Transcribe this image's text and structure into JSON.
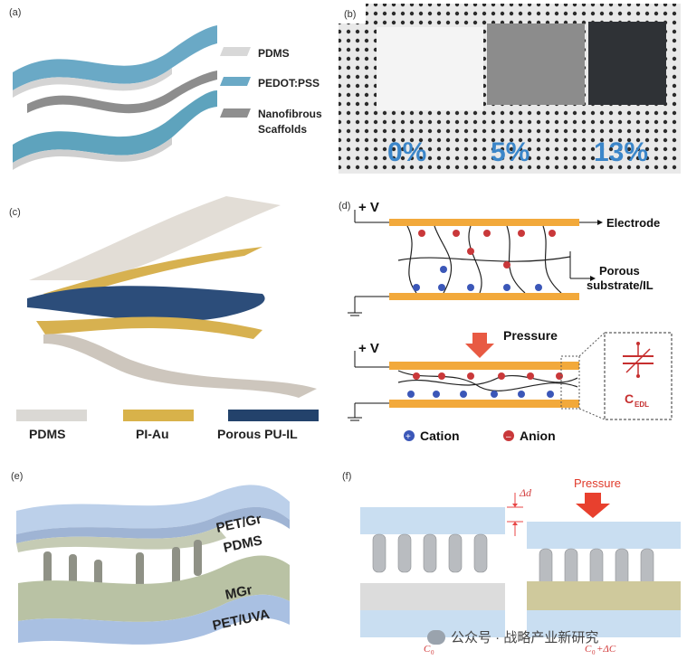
{
  "panels": {
    "a": {
      "label": "(a)",
      "legend": [
        "PDMS",
        "PEDOT:PSS",
        "Nanofibrous",
        "Scaffolds"
      ]
    },
    "b": {
      "label": "(b)",
      "percents": [
        "0%",
        "5%",
        "13%"
      ]
    },
    "c": {
      "label": "(c)",
      "legend": [
        "PDMS",
        "PI-Au",
        "Porous PU-IL"
      ]
    },
    "d": {
      "label": "(d)",
      "plus_v": "+ V",
      "electrode": "Electrode",
      "porous": "Porous",
      "substrate": "substrate/IL",
      "pressure": "Pressure",
      "cedl": "C",
      "cedl_sub": "EDL",
      "cation": "Cation",
      "anion": "Anion"
    },
    "e": {
      "label": "(e)",
      "layers": [
        "PET/Gr",
        "PDMS",
        "MGr",
        "PET/UVA"
      ]
    },
    "f": {
      "label": "(f)",
      "delta_d": "Δd",
      "pressure": "Pressure",
      "c0": "C",
      "c0_sub": "0",
      "c1": "C",
      "c1_sub": "0",
      "c1_suffix": "+ΔC"
    }
  },
  "watermark": "公众号 · 战略产业新研究",
  "colors": {
    "pdms": "#d9d6d2",
    "pedot": "#6aa9c6",
    "gold": "#d8b24a",
    "navy": "#23426b",
    "electrode": "#f2a93b",
    "cation": "#3b57b8",
    "anion": "#c9383a",
    "pressure": "#e83a2a"
  }
}
